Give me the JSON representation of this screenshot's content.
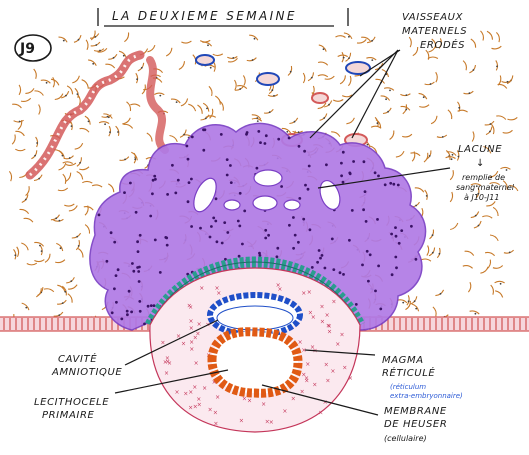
{
  "header": {
    "title": "LA DEUXIEME SEMAINE",
    "badge": "J9"
  },
  "labels": {
    "vaisseaux_1": "VAISSEAUX",
    "vaisseaux_2": "MATERNELS",
    "vaisseaux_3": "ERODÉS",
    "lacune": "LACUNE",
    "lacune_arrow": "↓",
    "remplie_1": "remplie de",
    "remplie_2": "sang maternel",
    "remplie_3": "à J10-J11",
    "cavite_1": "CAVITÉ",
    "cavite_2": "AMNIOTIQUE",
    "lecitho_1": "LECITHOCELE",
    "lecitho_2": "PRIMAIRE",
    "magma_1": "MAGMA",
    "magma_2": "RÉTICULÉ",
    "magma_blue_1": "(réticulum",
    "magma_blue_2": "extra-embryonnaire)",
    "membrane_1": "MEMBRANE",
    "membrane_2": "DE HEUSER",
    "membrane_3": "(cellulaire)"
  },
  "colors": {
    "syncytio": "#b07ae6",
    "syncytio_dark": "#7a3fc4",
    "endometrium_cells": "#c77a2a",
    "vessel_blue": "#2148b8",
    "vessel_red": "#d35a5a",
    "cytotropho": "#2a9d8f",
    "amnion": "#1f4fc8",
    "heuser": "#e05a14",
    "magma_cross": "#c4365a",
    "ink": "#1a1a1a"
  }
}
